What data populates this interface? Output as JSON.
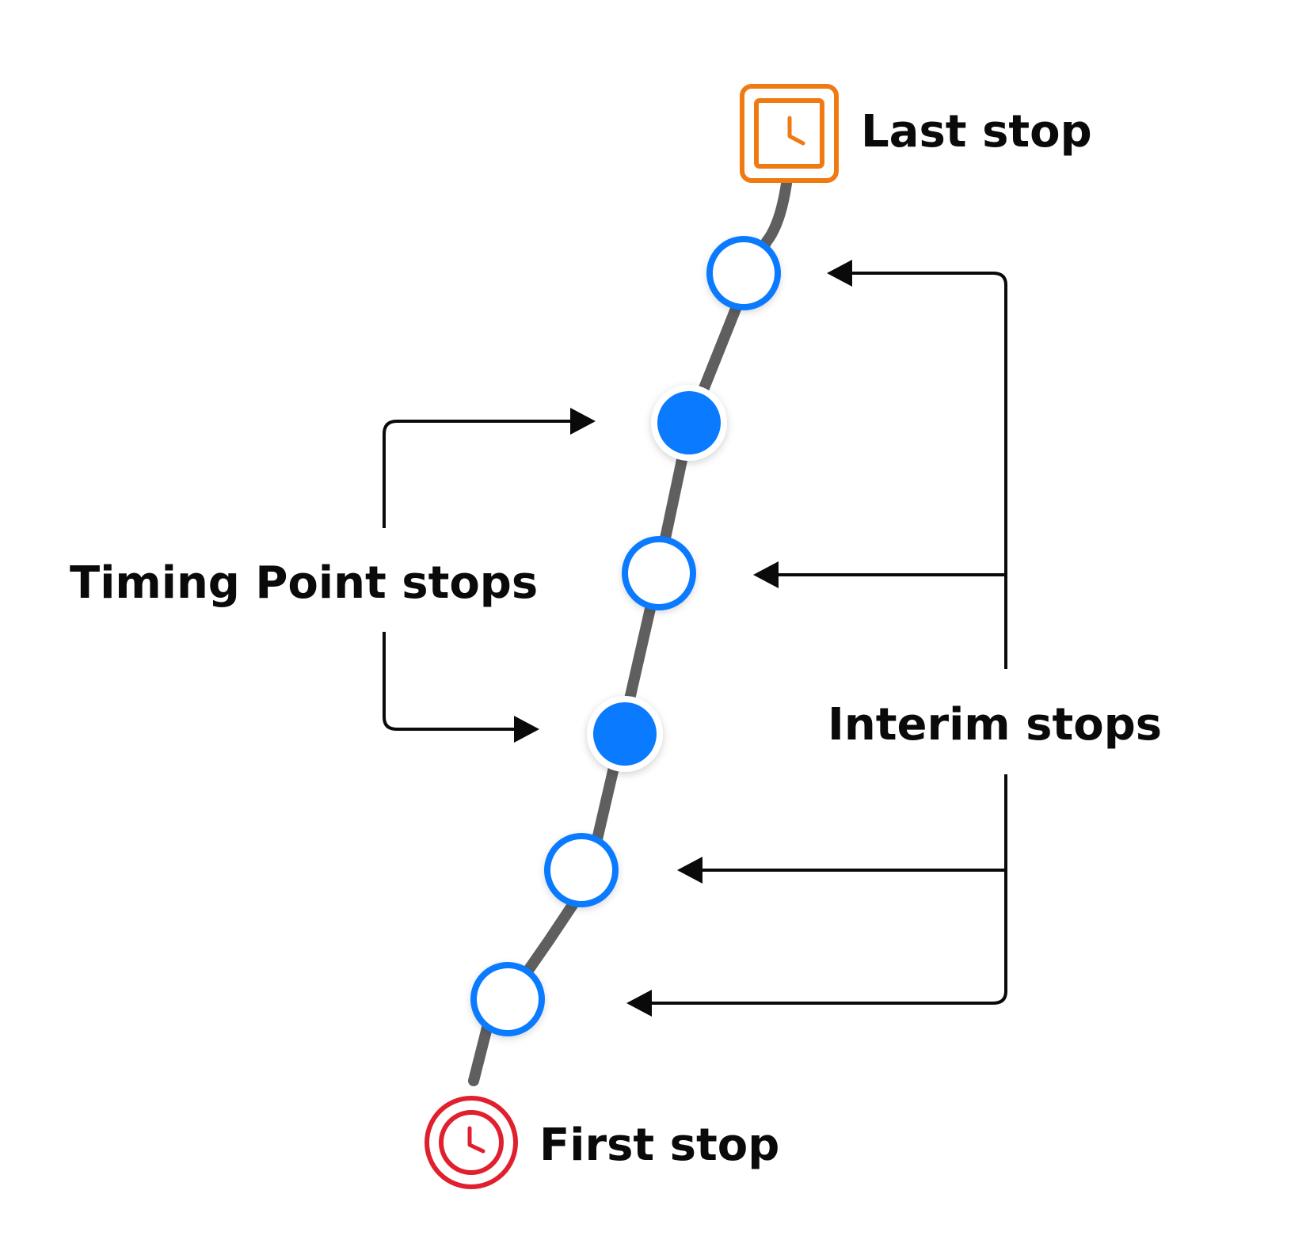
{
  "labels": {
    "last_stop": "Last stop",
    "first_stop": "First stop",
    "timing_point_stops": "Timing Point stops",
    "interim_stops": "Interim stops"
  },
  "icons": {
    "last_stop": "clock-icon",
    "first_stop": "clock-icon"
  },
  "colors": {
    "route_line": "#5f5f5f",
    "last_stop": "#ef7a12",
    "first_stop": "#e0202e",
    "stop_marker": "#0a7bff",
    "text": "#0a0a0a",
    "arrows": "#0a0a0a"
  }
}
